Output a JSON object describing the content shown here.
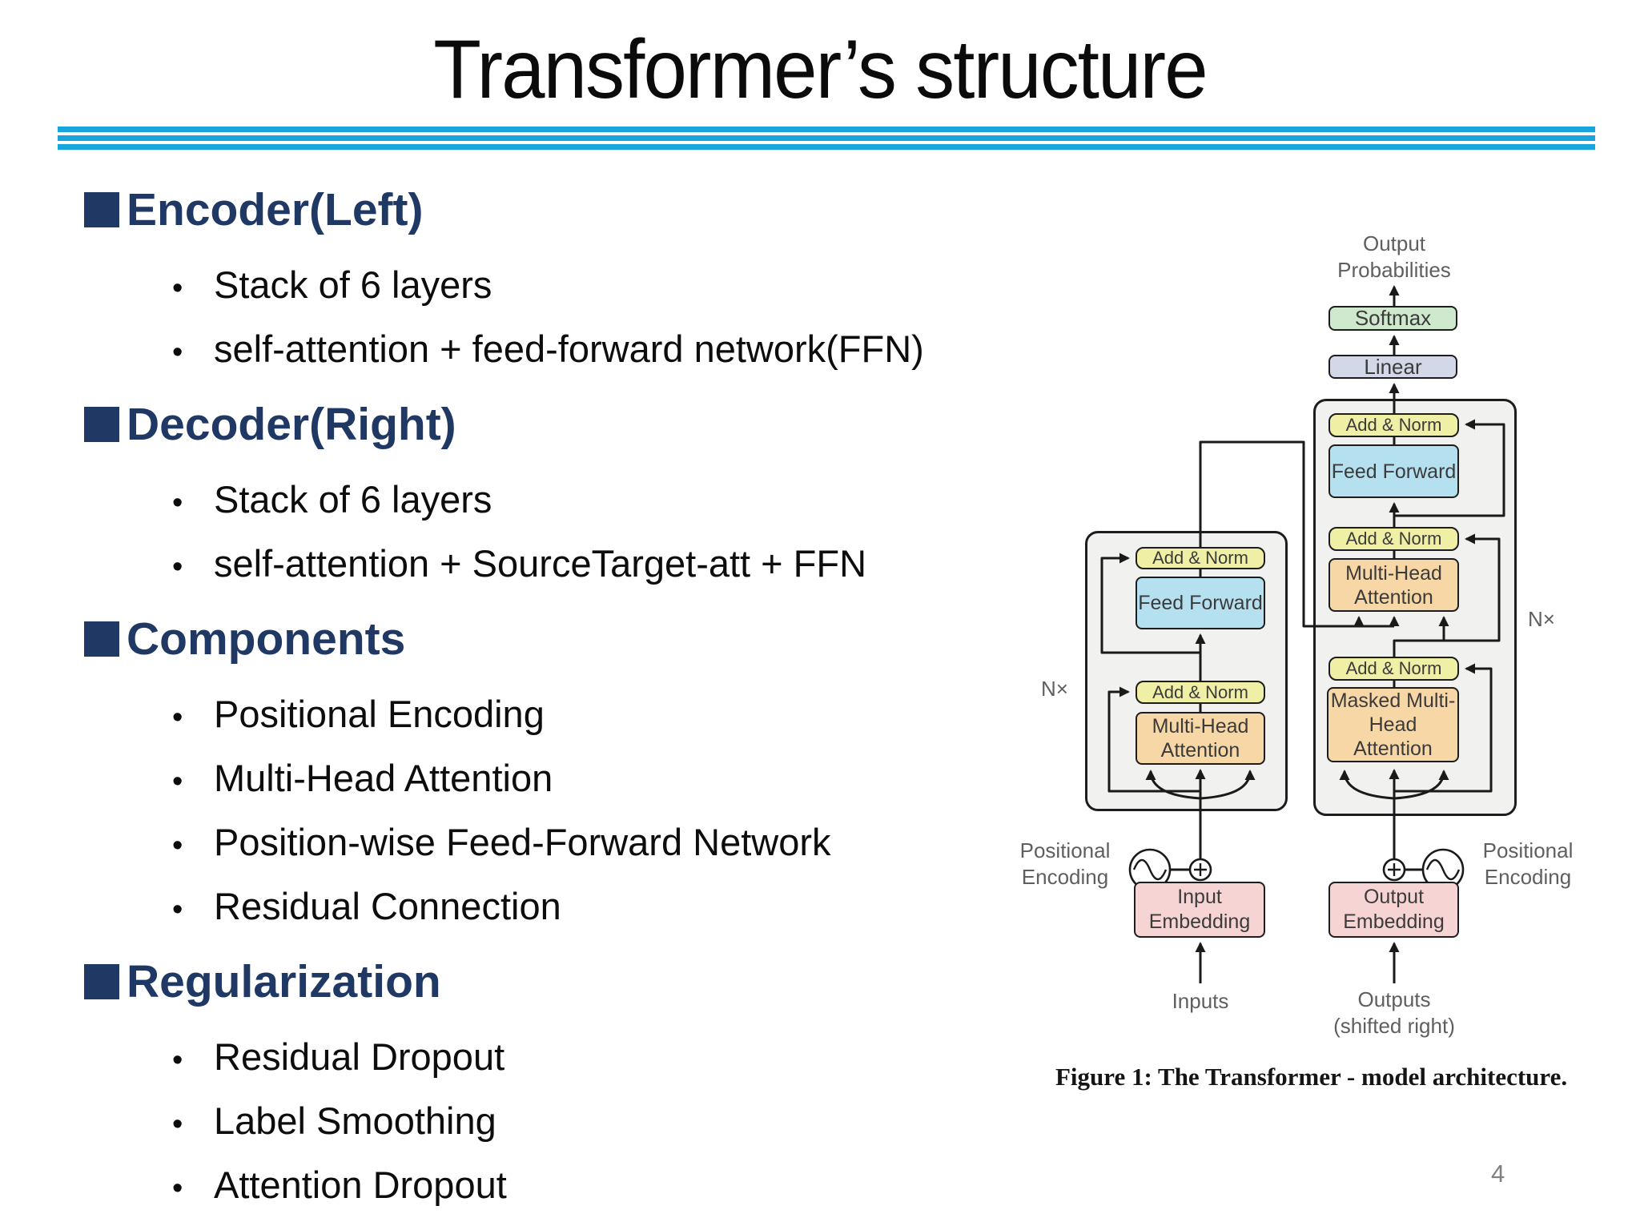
{
  "slide": {
    "title": "Transformer’s structure",
    "page_number": "4",
    "accent_rule_color": "#18A5DE",
    "heading_color": "#1F3864"
  },
  "sections": [
    {
      "heading": "Encoder(Left)",
      "bullets": [
        "Stack of 6 layers",
        "self-attention + feed-forward network(FFN)"
      ]
    },
    {
      "heading": "Decoder(Right)",
      "bullets": [
        "Stack of 6 layers",
        "self-attention + SourceTarget-att + FFN"
      ]
    },
    {
      "heading": "Components",
      "bullets": [
        "Positional Encoding",
        "Multi-Head Attention",
        "Position-wise Feed-Forward Network",
        "Residual Connection"
      ]
    },
    {
      "heading": "Regularization",
      "bullets": [
        "Residual Dropout",
        "Label Smoothing",
        "Attention Dropout"
      ]
    }
  ],
  "figure": {
    "caption": "Figure 1: The Transformer - model architecture.",
    "labels": {
      "output_probabilities": "Output Probabilities",
      "softmax": "Softmax",
      "linear": "Linear",
      "add_norm": "Add & Norm",
      "feed_forward": "Feed Forward",
      "multi_head_attention": "Multi-Head Attention",
      "masked_multi_head_attention": "Masked Multi-Head Attention",
      "input_embedding": "Input Embedding",
      "output_embedding": "Output Embedding",
      "positional_encoding": "Positional Encoding",
      "inputs": "Inputs",
      "outputs_shifted": "Outputs (shifted right)",
      "nx": "N×"
    },
    "colors": {
      "softmax": "#CEE9CE",
      "linear": "#D2D8E8",
      "add_norm": "#EFF0A6",
      "feed_forward": "#B5E0F0",
      "attention": "#F8D7A6",
      "embedding": "#F7D4D4",
      "stack_fill": "#F1F1F0"
    }
  }
}
